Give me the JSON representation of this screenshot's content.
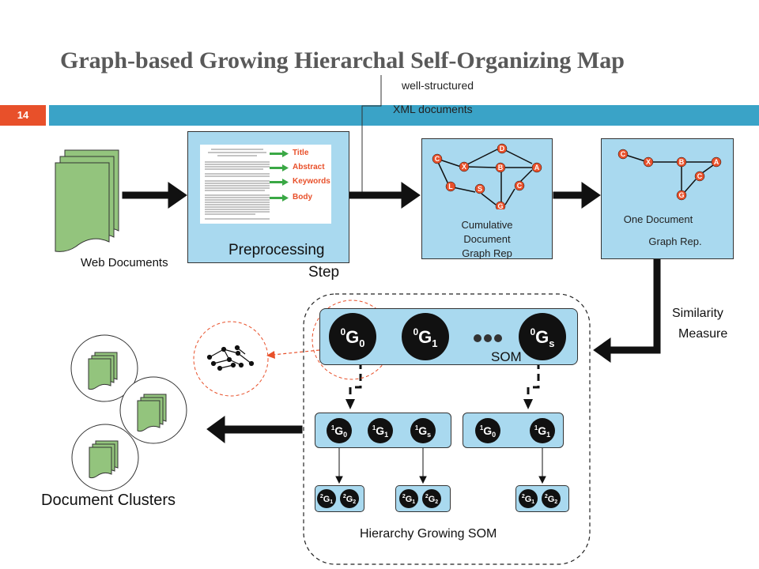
{
  "slide": {
    "title": "Graph-based Growing Hierarchal Self-Organizing Map",
    "number": "14"
  },
  "labels": {
    "well_structured": "well-structured",
    "xml_documents": "XML documents",
    "web_documents": "Web Documents",
    "preprocessing": "Preprocessing",
    "step": "Step",
    "cumulative": [
      "Cumulative",
      "Document",
      "Graph Rep"
    ],
    "one_document": "One Document",
    "graph_rep": "Graph Rep.",
    "similarity": "Similarity",
    "measure": "Measure",
    "som": "SOM",
    "hierarchy": "Hierarchy Growing SOM",
    "clusters": "Document Clusters"
  },
  "doc_sections": [
    "Title",
    "Abstract",
    "Keywords",
    "Body"
  ],
  "graph_nodes_cumulative": [
    "C",
    "X",
    "B",
    "D",
    "A",
    "L",
    "S",
    "G",
    "C"
  ],
  "graph_nodes_single": [
    "C",
    "X",
    "B",
    "A",
    "C",
    "G"
  ],
  "som_level0": [
    {
      "sup": "0",
      "base": "G",
      "sub": "0"
    },
    {
      "sup": "0",
      "base": "G",
      "sub": "1"
    },
    {
      "sup": "0",
      "base": "G",
      "sub": "s"
    }
  ],
  "som_level1_left": [
    {
      "sup": "1",
      "base": "G",
      "sub": "0"
    },
    {
      "sup": "1",
      "base": "G",
      "sub": "1"
    },
    {
      "sup": "1",
      "base": "G",
      "sub": "s"
    }
  ],
  "som_level1_right": [
    {
      "sup": "1",
      "base": "G",
      "sub": "0"
    },
    {
      "sup": "1",
      "base": "G",
      "sub": "1"
    }
  ],
  "som_level2": [
    {
      "sup": "2",
      "base": "G",
      "sub": "1"
    },
    {
      "sup": "2",
      "base": "G",
      "sub": "2"
    },
    {
      "sup": "2",
      "base": "G",
      "sub": "1"
    },
    {
      "sup": "2",
      "base": "G",
      "sub": "2"
    },
    {
      "sup": "2",
      "base": "G",
      "sub": "1"
    },
    {
      "sup": "2",
      "base": "G",
      "sub": "2"
    }
  ],
  "colors": {
    "accent_band": "#3aa3c7",
    "slide_number_bg": "#e8502a",
    "box_fill": "#a9d9ef",
    "document_fill": "#93c47d",
    "node_fill": "#e8502a",
    "neuron_fill": "#111111",
    "highlight": "#e8502a"
  }
}
